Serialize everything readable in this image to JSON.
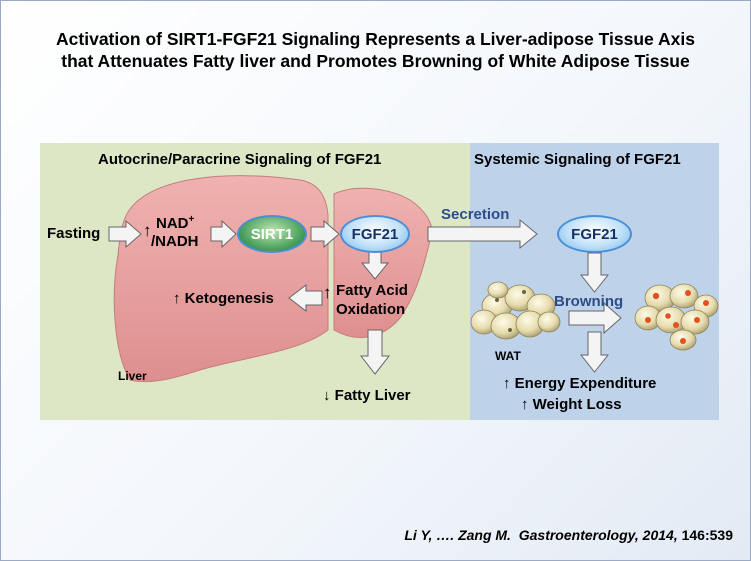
{
  "title": {
    "line1": "Activation of SIRT1-FGF21 Signaling Represents a Liver-adipose Tissue Axis",
    "line2": "that Attenuates Fatty liver and Promotes Browning of White Adipose Tissue"
  },
  "left_panel": {
    "header": "Autocrine/Paracrine Signaling of FGF21",
    "fasting": "Fasting",
    "nad_up": "↑",
    "nad_line1": "NAD",
    "nad_sup": "+",
    "nad_line2": "/NADH",
    "sirt1": "SIRT1",
    "fgf21": "FGF21",
    "ketogenesis": "↑ Ketogenesis",
    "fao_up": "↑",
    "fao_line1": "Fatty Acid",
    "fao_line2": "Oxidation",
    "fatty_liver": "↓ Fatty Liver",
    "liver": "Liver"
  },
  "right_panel": {
    "header": "Systemic Signaling of FGF21",
    "secretion": "Secretion",
    "fgf21": "FGF21",
    "browning": "Browning",
    "wat": "WAT",
    "energy": "↑ Energy Expenditure",
    "weight": "↑ Weight Loss"
  },
  "citation": {
    "authors": "Li Y, …. Zang M.",
    "journal": "Gastroenterology, 2014,",
    "pages": "146:539"
  },
  "colors": {
    "left_panel": "#dde7c6",
    "right_panel": "#bed3ea",
    "liver": "#e9a3a3",
    "sirt1": "#3f9a55",
    "fgf21": "#bfe0f8",
    "label_blue": "#2e4d86"
  }
}
